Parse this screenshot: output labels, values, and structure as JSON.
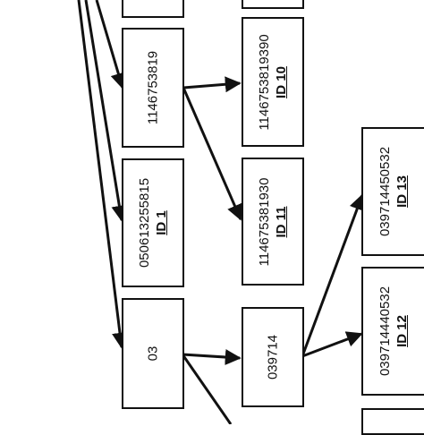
{
  "nodes": [
    {
      "key": "n1146753819",
      "number": "1146753819",
      "id_label": ""
    },
    {
      "key": "n050613255815",
      "number": "050613255815",
      "id_label": "ID 1"
    },
    {
      "key": "n03",
      "number": "03",
      "id_label": ""
    },
    {
      "key": "n1146753819390",
      "number": "1146753819390",
      "id_label": "ID 10"
    },
    {
      "key": "n114675381930",
      "number": "114675381930",
      "id_label": "ID 11"
    },
    {
      "key": "n039714",
      "number": "039714",
      "id_label": ""
    },
    {
      "key": "n039714450532",
      "number": "039714450532",
      "id_label": "ID 13"
    },
    {
      "key": "n039714440532",
      "number": "039714440532",
      "id_label": "ID 12"
    }
  ],
  "edges": [
    {
      "from": "offscreen-top-1",
      "to": "n1146753819"
    },
    {
      "from": "offscreen-top-2",
      "to": "n050613255815"
    },
    {
      "from": "offscreen-top-3",
      "to": "n03"
    },
    {
      "from": "n1146753819",
      "to": "n1146753819390"
    },
    {
      "from": "n1146753819",
      "to": "n114675381930"
    },
    {
      "from": "n03",
      "to": "n039714"
    },
    {
      "from": "n03",
      "to": "offscreen-bottom"
    },
    {
      "from": "n039714",
      "to": "n039714450532"
    },
    {
      "from": "n039714",
      "to": "n039714440532"
    }
  ]
}
